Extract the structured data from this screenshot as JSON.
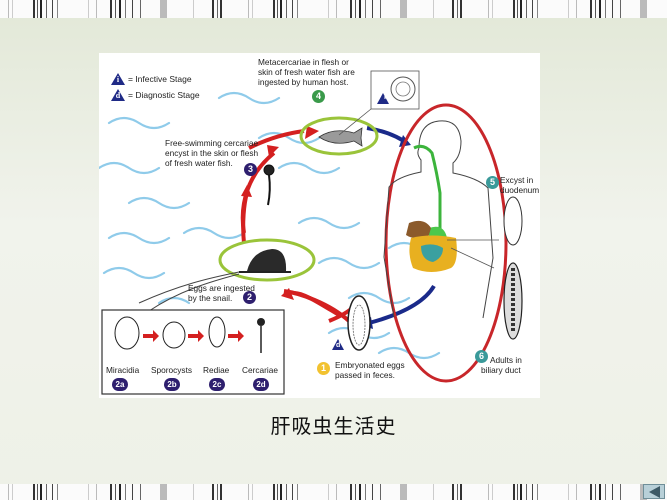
{
  "caption": "肝吸虫生活史",
  "legend": {
    "infective": {
      "symbol": "i",
      "label": "= Infective Stage"
    },
    "diagnostic": {
      "symbol": "d",
      "label": "= Diagnostic Stage"
    }
  },
  "stages": [
    {
      "number": "1",
      "color": "#f2c230",
      "lines": [
        "Embryonated eggs",
        "passed in feces."
      ]
    },
    {
      "number": "2",
      "color": "#2e1f6e",
      "lines": [
        "Eggs are ingested",
        "by the snail."
      ]
    },
    {
      "number": "3",
      "color": "#2e1f6e",
      "lines": [
        "Free-swimming cercariae",
        "encyst in the skin or flesh",
        "of fresh water fish."
      ]
    },
    {
      "number": "4",
      "color": "#3a9a4a",
      "lines": [
        "Metacercariae in flesh or",
        "skin of fresh water fish are",
        "ingested by human host."
      ]
    },
    {
      "number": "5",
      "color": "#3a9a9a",
      "lines": [
        "Excyst in",
        "duodenum"
      ]
    },
    {
      "number": "6",
      "color": "#3a9a9a",
      "lines": [
        "Adults in",
        "biliary duct"
      ]
    }
  ],
  "snail_stages": [
    {
      "label": "Miracidia",
      "number": "2a"
    },
    {
      "label": "Sporocysts",
      "number": "2b"
    },
    {
      "label": "Rediae",
      "number": "2c"
    },
    {
      "label": "Cercariae",
      "number": "2d"
    }
  ],
  "marker_infective": "i",
  "marker_diagnostic": "d",
  "colors": {
    "cycle_arrow": "#d42020",
    "host_arrow": "#1a2a8a",
    "highlight_ellipse": "#9ac43a",
    "host_ellipse": "#c8262a",
    "water": "#7fc3e6"
  }
}
